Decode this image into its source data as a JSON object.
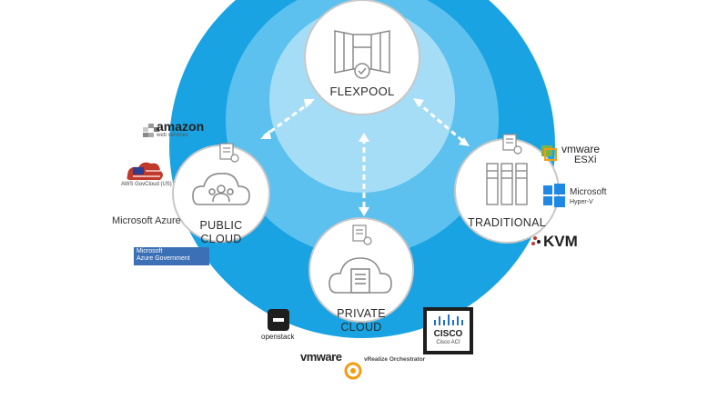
{
  "diagram": {
    "hub": {
      "label": "FLEXPOOL"
    },
    "nodes": {
      "public": {
        "line1": "PUBLIC",
        "line2": "CLOUD"
      },
      "private": {
        "line1": "PRIVATE",
        "line2": "CLOUD"
      },
      "traditional": {
        "label": "TRADITIONAL"
      }
    }
  },
  "vendors": {
    "amazon": {
      "name": "amazon",
      "sub": "web services"
    },
    "aws_gov": {
      "name": "AWS GovCloud (US)"
    },
    "azure": {
      "name": "Microsoft Azure"
    },
    "azure_gov": {
      "line1": "Microsoft",
      "line2": "Azure Government"
    },
    "openstack": {
      "name": "openstack"
    },
    "vmware_logo": {
      "name": "vmware"
    },
    "vrealize": {
      "name": "vRealize Orchestrator"
    },
    "cisco": {
      "name": "CISCO",
      "sub": "Cisco ACI"
    },
    "vmware_esxi": {
      "line1": "vmware",
      "line2": "ESXi"
    },
    "hyperv": {
      "line1": "Microsoft",
      "line2": "Hyper-V"
    },
    "kvm": {
      "name": "KVM"
    }
  },
  "colors": {
    "outer_ring": "#1aa3e3",
    "mid_ring": "#5cc1ee",
    "inner_ring": "#a6ddf6",
    "node_fill": "#ffffff",
    "node_stroke": "#bfbfbf",
    "icon_gray": "#8a8a8a"
  }
}
